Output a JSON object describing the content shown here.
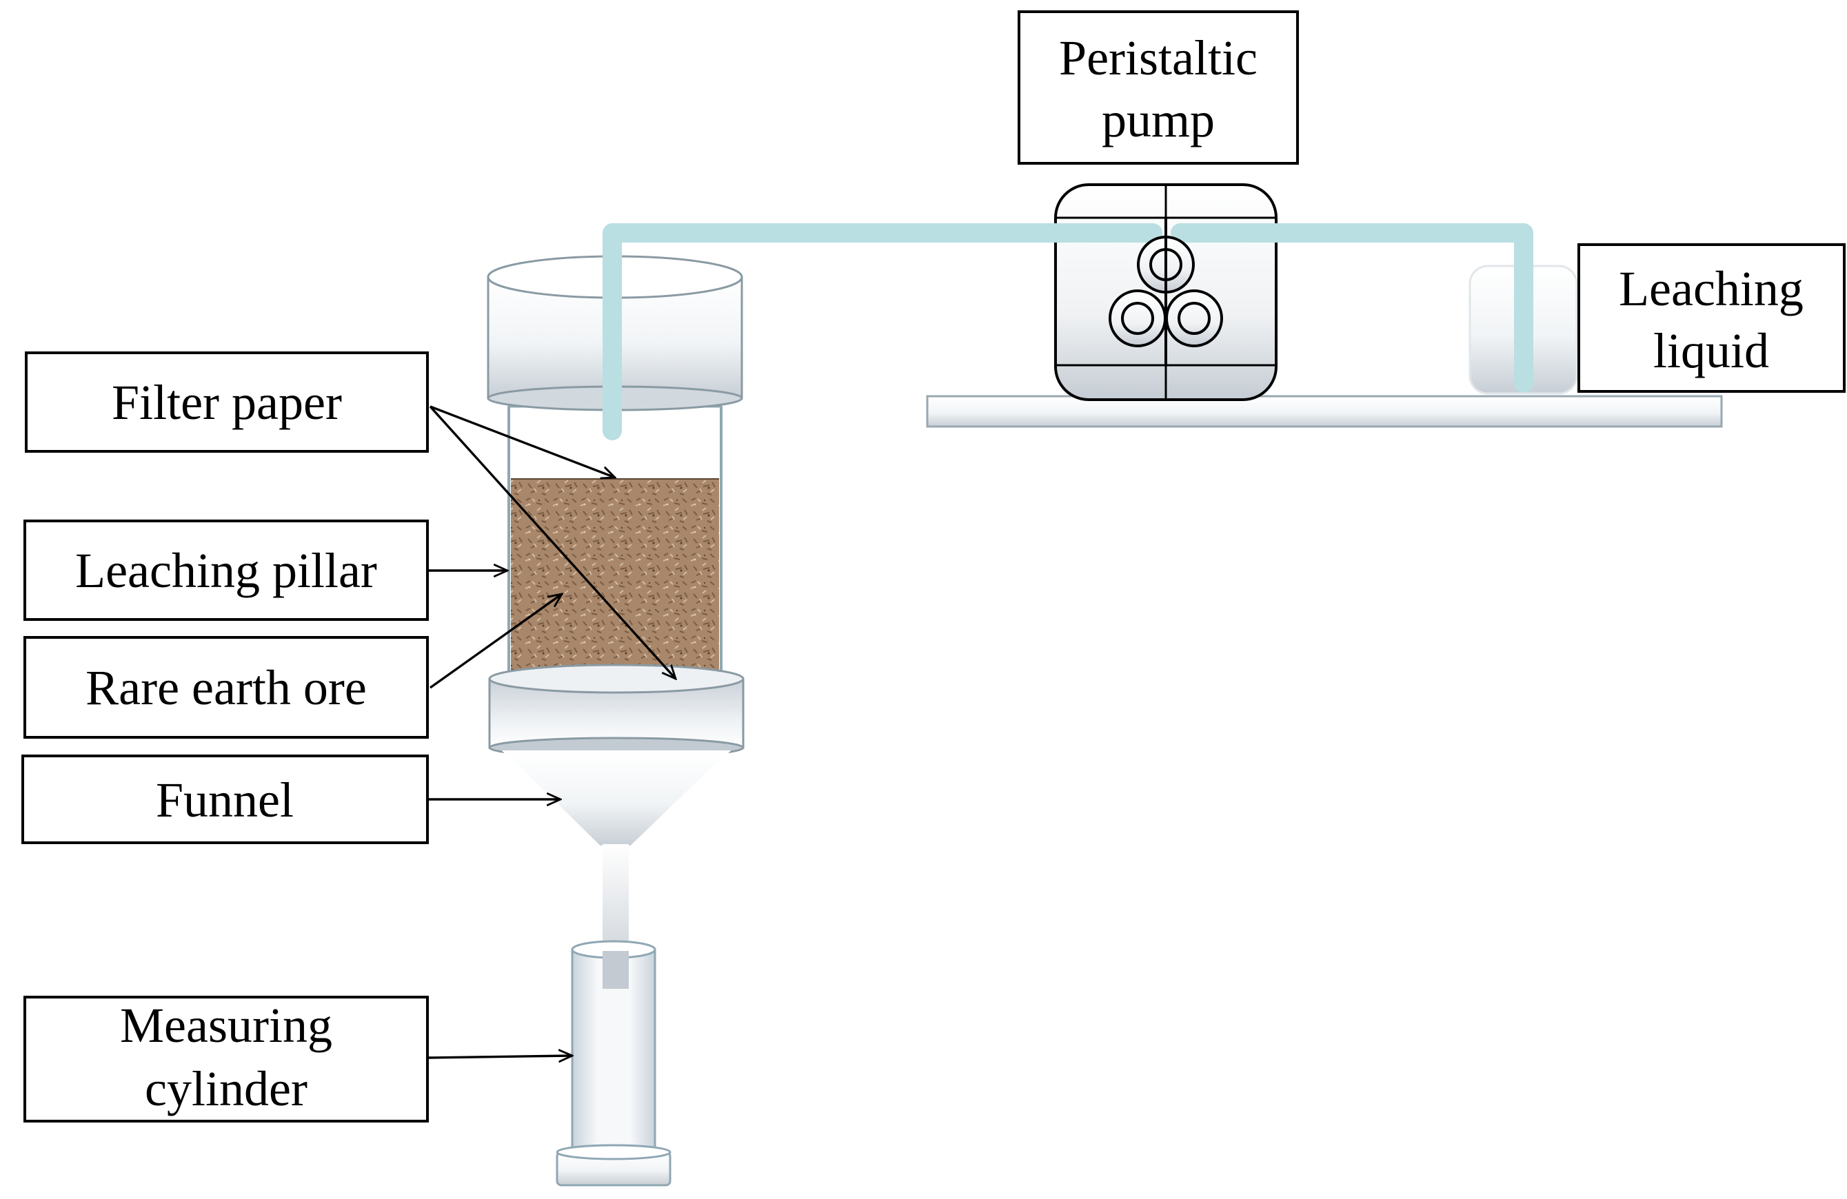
{
  "labels": {
    "filter_paper": "Filter paper",
    "leaching_pillar": "Leaching pillar",
    "rare_earth_ore": "Rare earth ore",
    "funnel": "Funnel",
    "measuring_cylinder_line1": "Measuring",
    "measuring_cylinder_line2": "cylinder",
    "peristaltic_pump_line1": "Peristaltic",
    "peristaltic_pump_line2": "pump",
    "leaching_liquid_line1": "Leaching",
    "leaching_liquid_line2": "liquid"
  },
  "colors": {
    "tube": "#b9dfe2",
    "ore": "#a9876a",
    "glass_edge": "#8a9aa3",
    "glass_dark": "#c9d1d8",
    "outline": "#000000"
  }
}
